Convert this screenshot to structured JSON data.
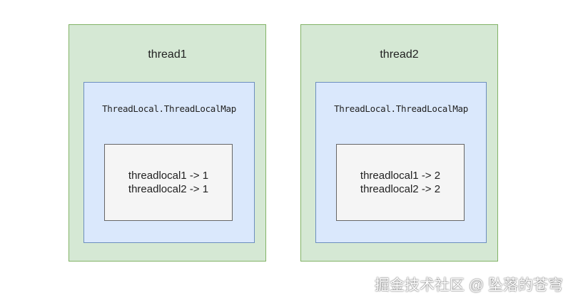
{
  "threads": [
    {
      "title": "thread1",
      "map_title": "ThreadLocal.ThreadLocalMap",
      "entries": [
        "threadlocal1 -> 1",
        "threadlocal2 -> 1"
      ]
    },
    {
      "title": "thread2",
      "map_title": "ThreadLocal.ThreadLocalMap",
      "entries": [
        "threadlocal1 -> 2",
        "threadlocal2 -> 2"
      ]
    }
  ],
  "watermark": "掘金技术社区 @ 坠落的苍穹",
  "colors": {
    "thread_fill": "#d5e8d4",
    "thread_border": "#82b366",
    "map_fill": "#dae8fc",
    "map_border": "#6c8ebf",
    "entry_fill": "#f5f5f5",
    "entry_border": "#666666"
  }
}
